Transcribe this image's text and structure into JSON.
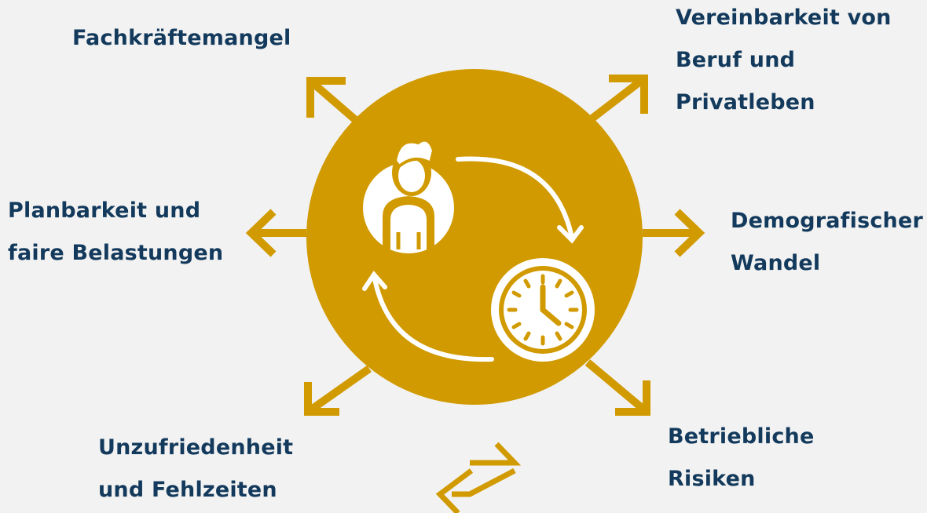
{
  "colors": {
    "background": "#f2f2f2",
    "accent": "#d19a00",
    "text": "#133a5c",
    "icon": "#ffffff"
  },
  "center_icons": [
    "person-icon",
    "clock-icon",
    "cycle-arrows-icon"
  ],
  "labels": {
    "fachkraeftemangel": "Fachkräftemangel",
    "vereinbarkeit": "Vereinbarkeit von\nBeruf und\nPrivatleben",
    "planbarkeit": "Planbarkeit und\nfaire Belastungen",
    "demografischer_wandel": "Demografischer\nWandel",
    "unzufriedenheit": "Unzufriedenheit\nund Fehlzeiten",
    "betriebliche_risiken": "Betriebliche\nRisiken"
  }
}
